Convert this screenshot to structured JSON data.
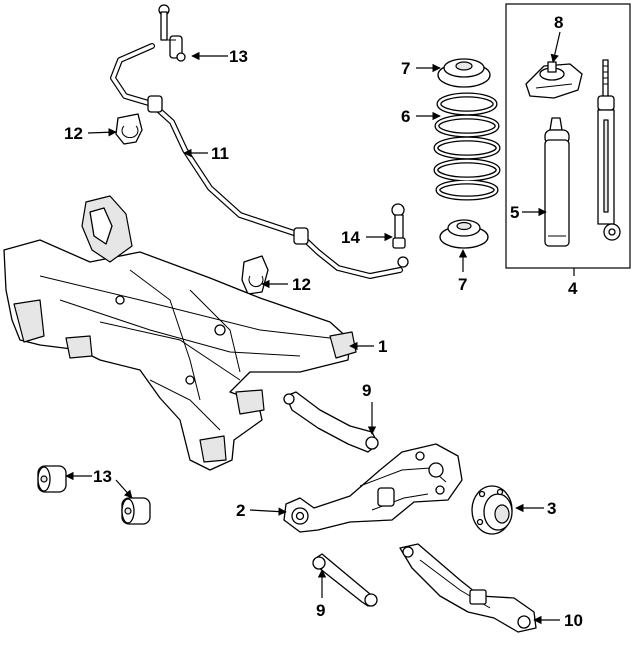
{
  "callouts": [
    {
      "id": "c1",
      "label": "1"
    },
    {
      "id": "c2",
      "label": "2"
    },
    {
      "id": "c3",
      "label": "3"
    },
    {
      "id": "c4",
      "label": "4"
    },
    {
      "id": "c5",
      "label": "5"
    },
    {
      "id": "c6",
      "label": "6"
    },
    {
      "id": "c7a",
      "label": "7"
    },
    {
      "id": "c7b",
      "label": "7"
    },
    {
      "id": "c8",
      "label": "8"
    },
    {
      "id": "c9a",
      "label": "9"
    },
    {
      "id": "c9b",
      "label": "9"
    },
    {
      "id": "c10",
      "label": "10"
    },
    {
      "id": "c11",
      "label": "11"
    },
    {
      "id": "c12a",
      "label": "12"
    },
    {
      "id": "c12b",
      "label": "12"
    },
    {
      "id": "c13a",
      "label": "13"
    },
    {
      "id": "c13b",
      "label": "13"
    },
    {
      "id": "c14",
      "label": "14"
    }
  ]
}
